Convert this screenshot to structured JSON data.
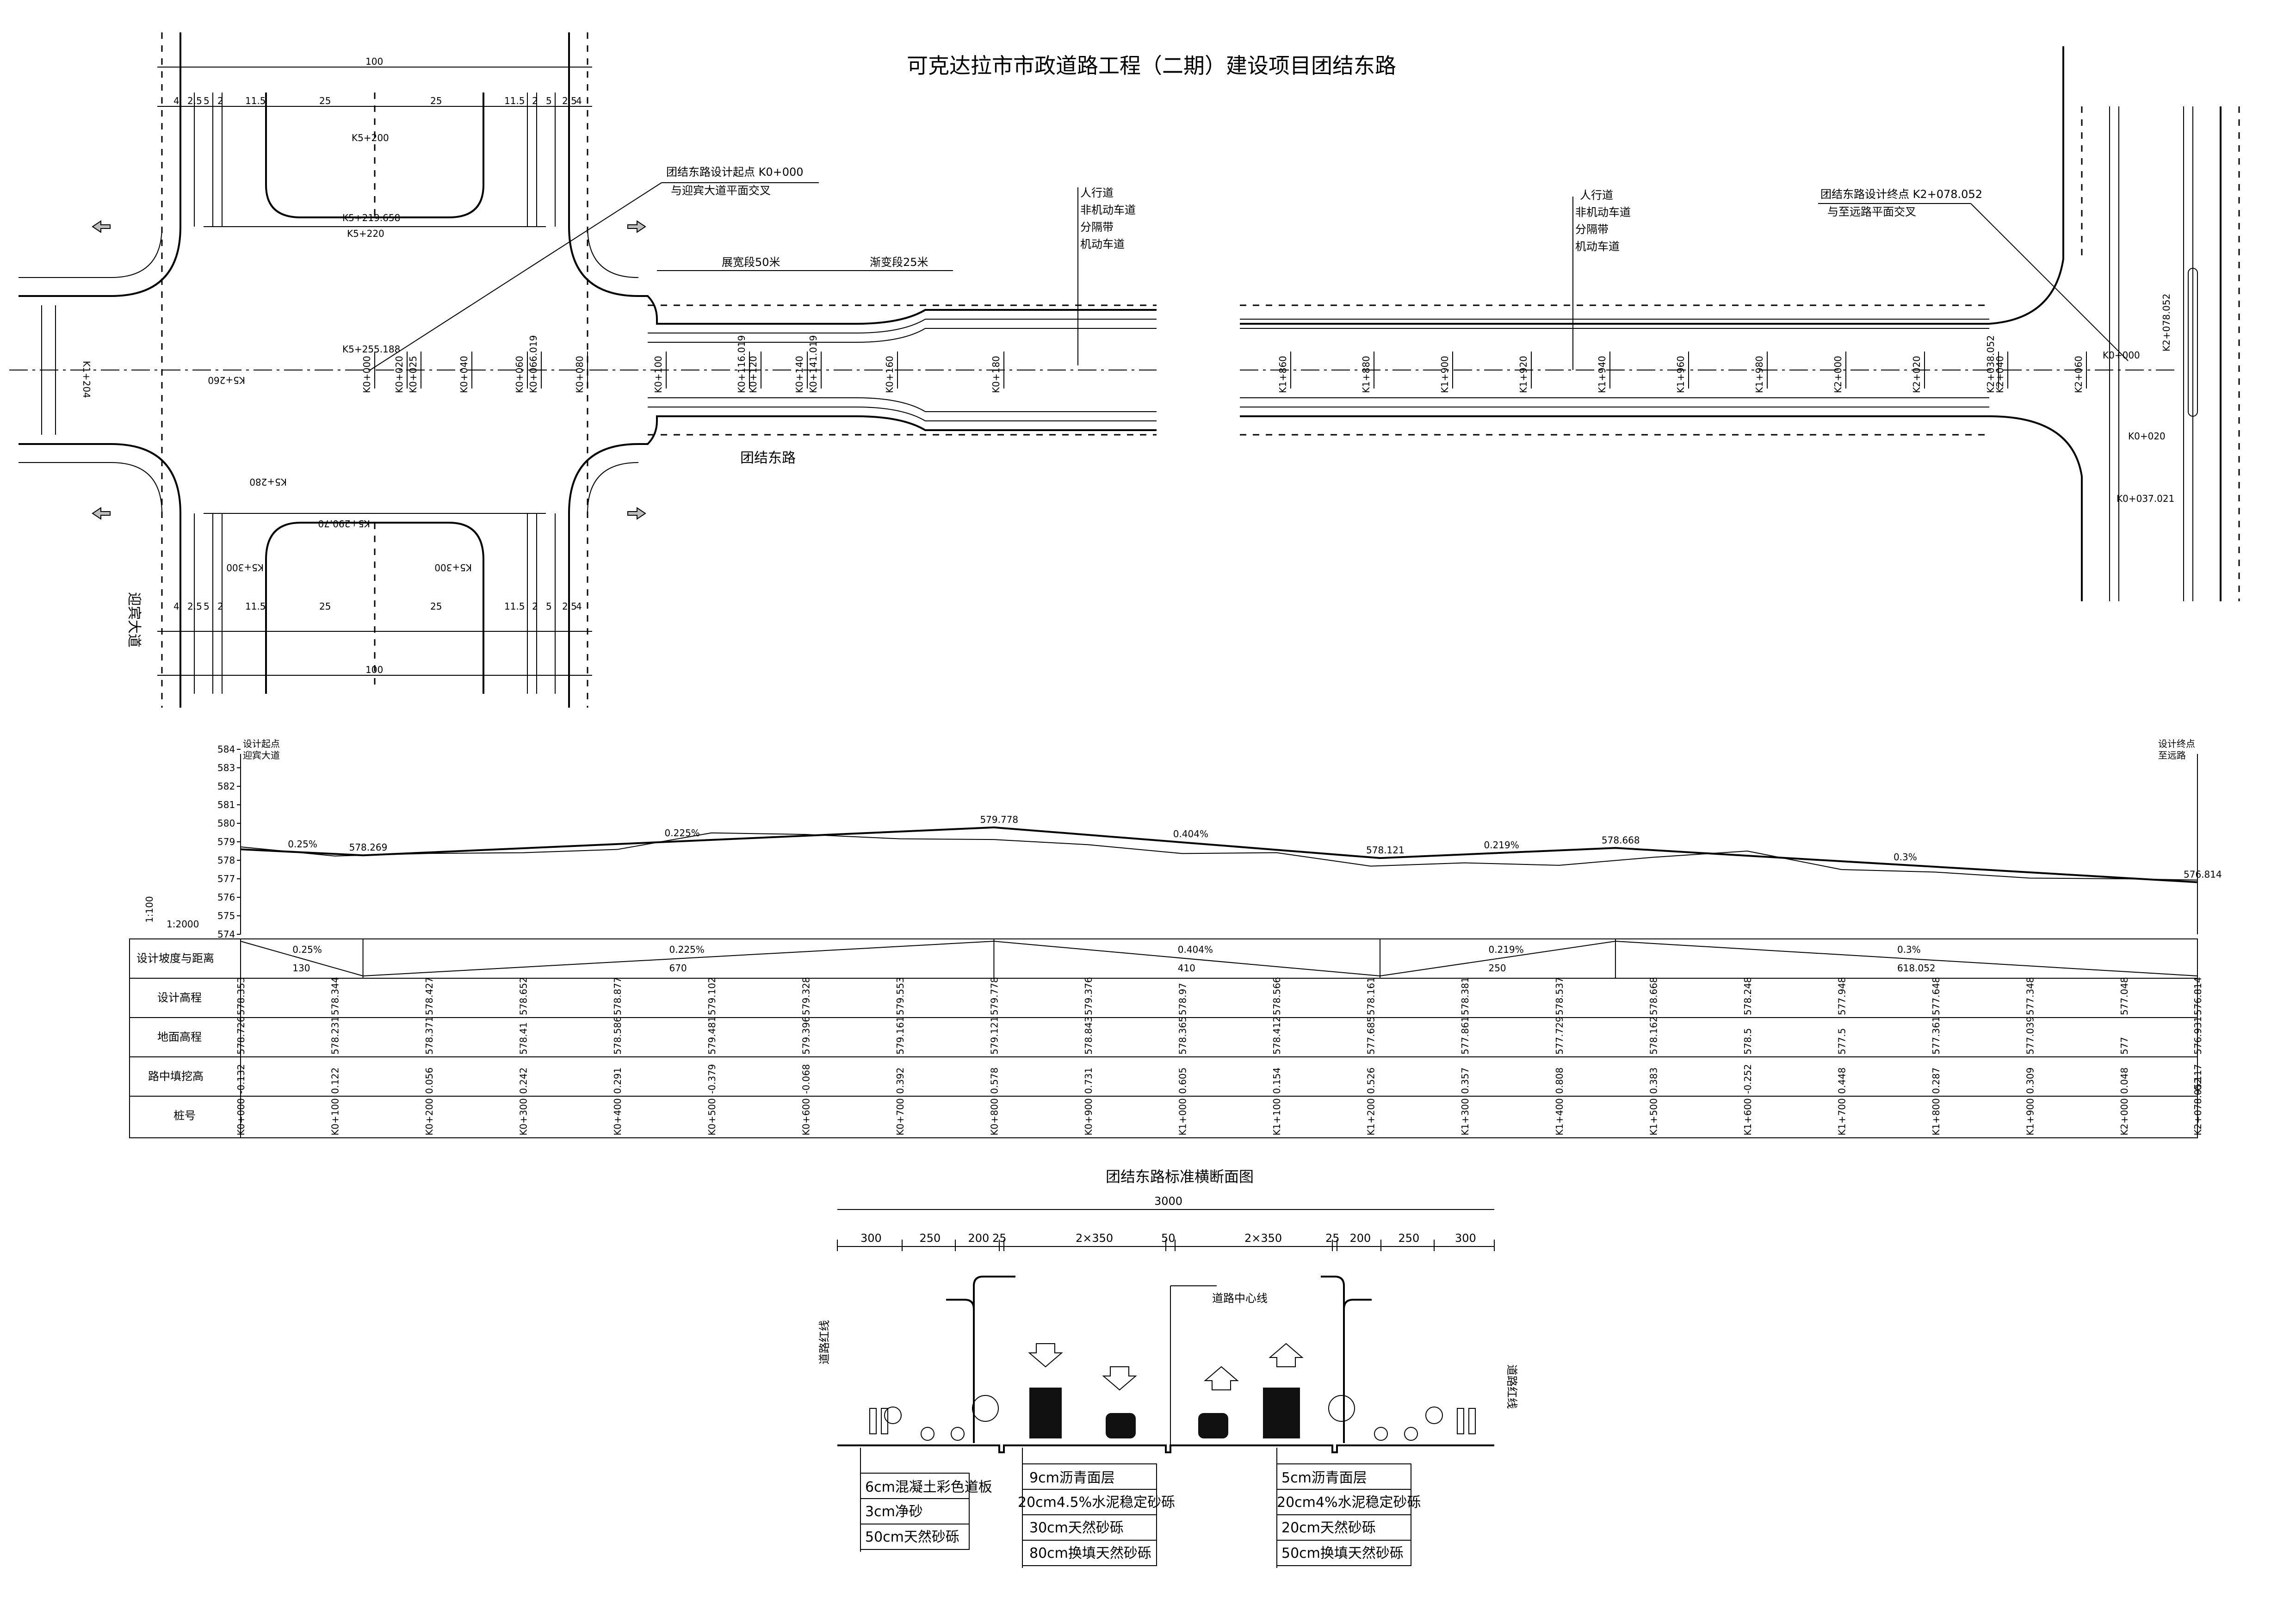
{
  "title": "可克达拉市市政道路工程（二期）建设项目团结东路",
  "plan_left": {
    "road_name": "团结东路",
    "cross_road": "迎宾大道",
    "start_note_1": "团结东路设计起点 K0+000",
    "start_note_2": "与迎宾大道平面交叉",
    "widen": "展宽段50米",
    "taper": "渐变段25米",
    "legend": [
      "人行道",
      "非机动车道",
      "分隔带",
      "机动车道"
    ],
    "total_width": "100",
    "dims": [
      "4",
      "2.5",
      "5",
      "2",
      "11.5",
      "25",
      "25",
      "11.5",
      "2",
      "5",
      "2.5",
      "4"
    ],
    "stations_top": [
      "K5+200",
      "K5+219.658",
      "K5+220",
      "K5+255.188",
      "K5+260"
    ],
    "stations_bottom": [
      "K5+280",
      "K5+290.70",
      "K5+300",
      "K5+300"
    ],
    "stations_road": [
      "K0+000",
      "K0+020",
      "K0+025",
      "K0+040",
      "K0+060",
      "K0+066.019",
      "K0+080",
      "K0+100",
      "K0+116.019",
      "K0+120",
      "K0+140",
      "K0+141.019",
      "K0+160",
      "K0+180"
    ],
    "side_station": "K1+204"
  },
  "plan_right": {
    "end_note_1": "团结东路设计终点 K2+078.052",
    "end_note_2": "与至远路平面交叉",
    "legend": [
      "人行道",
      "非机动车道",
      "分隔带",
      "机动车道"
    ],
    "stations": [
      "K1+860",
      "K1+880",
      "K1+900",
      "K1+920",
      "K1+940",
      "K1+960",
      "K1+980",
      "K2+000",
      "K2+020",
      "K2+038.052",
      "K2+040",
      "K2+060"
    ],
    "cross_stations": [
      "K0+000",
      "K0+020",
      "K0+037.021",
      "K2+078.052"
    ]
  },
  "profile": {
    "start_label_1": "设计起点",
    "start_label_2": "迎宾大道",
    "end_label_1": "设计终点",
    "end_label_2": "至远路",
    "scale_h": "1:100",
    "scale_v": "1:2000",
    "y_ticks": [
      "584",
      "583",
      "582",
      "581",
      "580",
      "579",
      "578",
      "577",
      "576",
      "575",
      "574"
    ],
    "grade_labels": [
      "0.25%",
      "0.225%",
      "0.404%",
      "0.219%",
      "0.3%"
    ],
    "pvi_elev": [
      "578.269",
      "579.778",
      "578.121",
      "578.668",
      "576.814"
    ],
    "row_labels": [
      "设计坡度与距离",
      "设计高程",
      "地面高程",
      "路中填挖高",
      "桩号"
    ],
    "grade_table": [
      {
        "grade": "0.25%",
        "dist": "130"
      },
      {
        "grade": "0.225%",
        "dist": "670"
      },
      {
        "grade": "0.404%",
        "dist": "410"
      },
      {
        "grade": "0.219%",
        "dist": "250"
      },
      {
        "grade": "0.3%",
        "dist": "618.052"
      }
    ],
    "design_elev": [
      "578.353",
      "578.344",
      "578.427",
      "578.652",
      "578.877",
      "579.102",
      "579.328",
      "579.553",
      "579.778",
      "579.376",
      "578.97",
      "578.566",
      "578.161",
      "578.381",
      "578.537",
      "578.668",
      "578.248",
      "577.948",
      "577.648",
      "577.348",
      "577.048",
      "576.814"
    ],
    "ground_elev": [
      "578.726",
      "578.231",
      "578.371",
      "578.41",
      "578.586",
      "579.481",
      "579.396",
      "579.161",
      "579.121",
      "578.843",
      "578.365",
      "578.412",
      "577.685",
      "577.861",
      "577.729",
      "578.162",
      "578.5",
      "577.5",
      "577.361",
      "577.039",
      "577",
      "576.931"
    ],
    "fill_cut": [
      "-0.132",
      "0.122",
      "0.056",
      "0.242",
      "0.291",
      "-0.379",
      "-0.068",
      "0.392",
      "0.578",
      "0.731",
      "0.605",
      "0.154",
      "0.526",
      "0.357",
      "0.808",
      "0.383",
      "-0.252",
      "0.448",
      "0.287",
      "0.309",
      "0.048",
      "-0.117"
    ],
    "stakes": [
      "K0+000",
      "K0+100",
      "K0+200",
      "K0+300",
      "K0+400",
      "K0+500",
      "K0+600",
      "K0+700",
      "K0+800",
      "K0+900",
      "K1+000",
      "K1+100",
      "K1+200",
      "K1+300",
      "K1+400",
      "K1+500",
      "K1+600",
      "K1+700",
      "K1+800",
      "K1+900",
      "K2+000",
      "K2+078.052"
    ]
  },
  "cross_section": {
    "title": "团结东路标准横断面图",
    "total": "3000",
    "dims": [
      "300",
      "250",
      "200",
      "25",
      "2×350",
      "50",
      "2×350",
      "25",
      "200",
      "250",
      "300"
    ],
    "centerline": "道路中心线",
    "red_line": "道路红线",
    "sidewalk_layers": [
      "6cm混凝土彩色道板",
      "3cm净砂",
      "50cm天然砂砾"
    ],
    "mid_layers": [
      "9cm沥青面层",
      "20cm4.5%水泥稳定砂砾",
      "30cm天然砂砾",
      "80cm换填天然砂砾"
    ],
    "right_layers": [
      "5cm沥青面层",
      "20cm4%水泥稳定砂砾",
      "20cm天然砂砾",
      "50cm换填天然砂砾"
    ]
  }
}
